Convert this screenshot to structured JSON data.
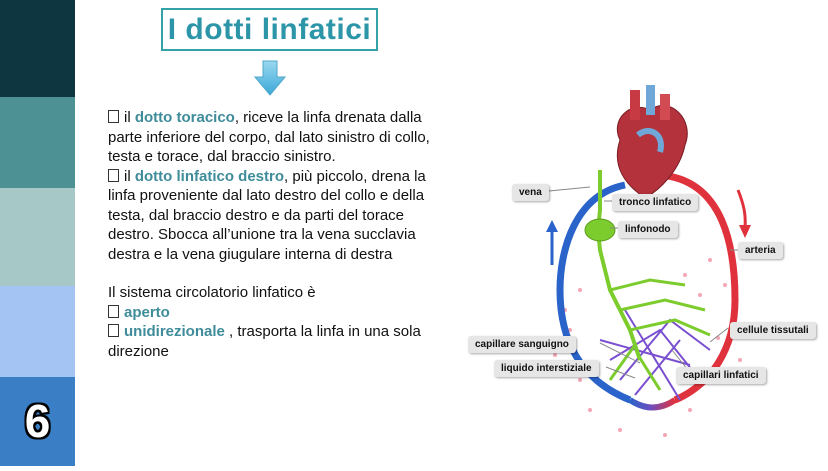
{
  "title": "I dotti linfatici",
  "page_number": "6",
  "text": {
    "p1_bullet": "",
    "p1_pre": "il ",
    "p1_highlight": "dotto toracico",
    "p1_post": ", riceve la linfa drenata dalla parte inferiore del corpo, dal lato sinistro di collo, testa e torace, dal braccio sinistro.",
    "p2_pre": "il ",
    "p2_highlight": "dotto linfatico destro",
    "p2_post": ", più piccolo, drena la linfa proveniente dal lato destro del collo e della testa, dal braccio destro e da parti del torace destro. Sbocca all’unione tra la vena succlavia destra e la vena giugulare interna di destra",
    "p3": "Il sistema circolatorio linfatico è",
    "item1": "aperto",
    "item2_highlight": "unidirezionale",
    "item2_post": " , trasporta la linfa in una sola direzione"
  },
  "diagram_labels": {
    "vena": "vena",
    "tronco": "tronco linfatico",
    "linfonodo": "linfonodo",
    "arteria": "arteria",
    "cellule": "cellule tissutali",
    "capillare": "capillare sanguigno",
    "liquido": "liquido interstiziale",
    "capillari_linfatici": "capillari linfatici"
  },
  "colors": {
    "accent": "#3f8c9a",
    "title": "#2c96a8",
    "vein": "#2a63c9",
    "artery": "#e0323c",
    "lymph": "#7ccc2d"
  }
}
